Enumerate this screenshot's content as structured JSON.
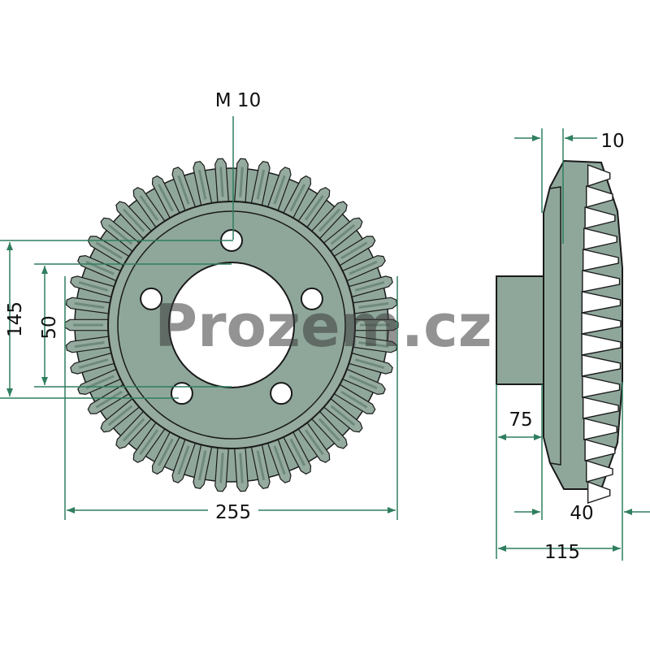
{
  "dimensions": {
    "bolt_size": "M 10",
    "outer_diameter": "255",
    "bolt_circle": "145",
    "center_hole": "50",
    "hub_offset": "10",
    "hub_diameter": "75",
    "tooth_width": "40",
    "total_width": "115"
  },
  "watermark": "Prozem.cz",
  "colors": {
    "gear_fill": "#8fa79b",
    "gear_face": "#95ab9f",
    "tooth_shade": "#6f8a7d",
    "outline": "#1a1a1a",
    "dimension_line": "#2f7f5f",
    "background": "#ffffff"
  },
  "gear": {
    "tooth_count": 46,
    "bolt_hole_count": 5
  }
}
